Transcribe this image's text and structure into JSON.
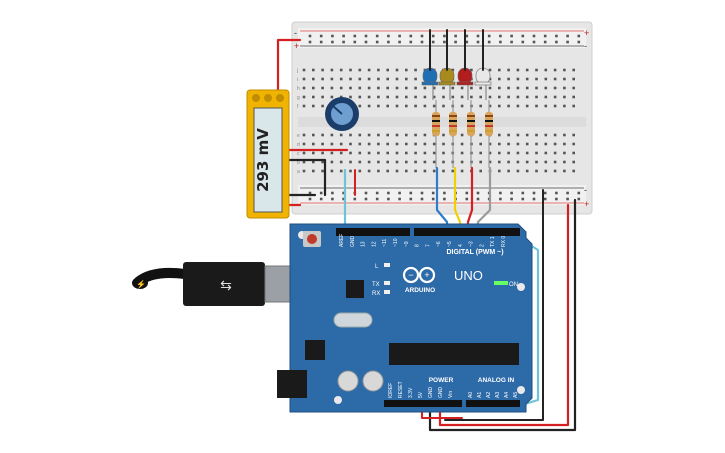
{
  "multimeter": {
    "reading": "293 mV"
  },
  "board": {
    "brand_name": "UNO",
    "brand_sub": "ARDUINO",
    "digital_label": "DIGITAL (PWM ~)",
    "power_label": "POWER",
    "analog_label": "ANALOG IN",
    "on_label": "ON",
    "l_label": "L",
    "tx_label": "TX",
    "rx_label": "RX",
    "digital_pins": [
      "AREF",
      "GND",
      "13",
      "12",
      "~11",
      "~10",
      "~9",
      "8",
      "7",
      "~6",
      "~5",
      "4",
      "~3",
      "2",
      "TX 1",
      "RX 0"
    ],
    "power_pins": [
      "IOREF",
      "RESET",
      "3.3V",
      "5V",
      "GND",
      "GND",
      "Vin"
    ],
    "analog_pins": [
      "A0",
      "A1",
      "A2",
      "A3",
      "A4",
      "A5"
    ]
  },
  "breadboard": {
    "row_letters_top": [
      "j",
      "i",
      "h",
      "g",
      "f"
    ],
    "row_letters_bottom": [
      "e",
      "d",
      "c",
      "b",
      "a"
    ],
    "rail_plus": "+",
    "rail_minus": "-"
  },
  "leds": [
    {
      "color_name": "blue",
      "color": "#1f6fb5"
    },
    {
      "color_name": "yellow",
      "color": "#a88b1c"
    },
    {
      "color_name": "red",
      "color": "#b21e1e"
    },
    {
      "color_name": "white",
      "color": "#e8e8e8"
    }
  ],
  "colors": {
    "board": "#2d6aa8",
    "breadboard": "#e9e9e9",
    "multimeter": "#f0b400",
    "wire_red": "#d42020",
    "wire_black": "#222222",
    "wire_cyan": "#6fc3d6",
    "wire_blue": "#2d7ec9",
    "wire_yellow": "#f2d000",
    "wire_gray": "#9a9a9a"
  }
}
